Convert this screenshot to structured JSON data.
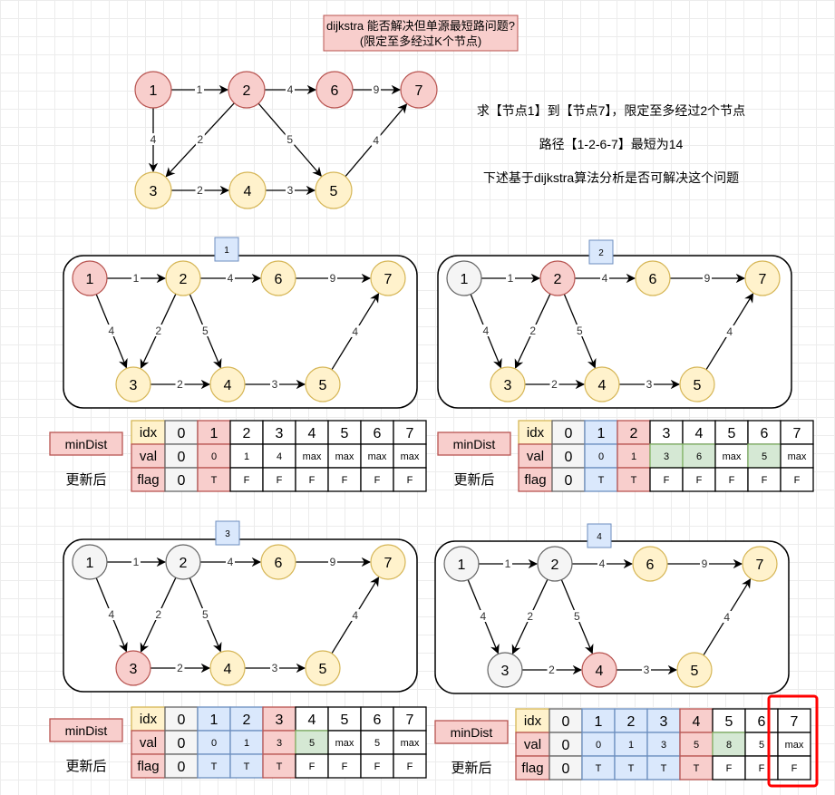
{
  "title": {
    "line1": "dijkstra 能否解决但单源最短路问题?",
    "line2": "(限定至多经过K个节点)"
  },
  "description": [
    "求【节点1】到【节点7】，限定至多经过2个节点",
    "路径【1-2-6-7】最短为14",
    "下述基于dijkstra算法分析是否可解决这个问题"
  ],
  "colors": {
    "red_fill": "#f8cecc",
    "red_stroke": "#b85450",
    "yellow_fill": "#fff2cc",
    "yellow_stroke": "#d6b656",
    "gray_fill": "#f5f5f5",
    "gray_stroke": "#666666",
    "blue_fill": "#dae8fc",
    "blue_stroke": "#6c8ebf",
    "green_fill": "#d5e8d4",
    "green_stroke": "#82b366",
    "highlight": "#ff0000"
  },
  "overview_graph": {
    "nodes": [
      {
        "id": "1",
        "state": "red"
      },
      {
        "id": "2",
        "state": "red"
      },
      {
        "id": "6",
        "state": "red"
      },
      {
        "id": "7",
        "state": "red"
      },
      {
        "id": "3",
        "state": "yellow"
      },
      {
        "id": "4",
        "state": "yellow"
      },
      {
        "id": "5",
        "state": "yellow"
      }
    ],
    "edges": [
      {
        "from": "1",
        "to": "2",
        "w": "1"
      },
      {
        "from": "2",
        "to": "6",
        "w": "4"
      },
      {
        "from": "6",
        "to": "7",
        "w": "9"
      },
      {
        "from": "1",
        "to": "3",
        "w": "4"
      },
      {
        "from": "2",
        "to": "3",
        "w": "2"
      },
      {
        "from": "2",
        "to": "5",
        "w": "5"
      },
      {
        "from": "3",
        "to": "4",
        "w": "2"
      },
      {
        "from": "4",
        "to": "5",
        "w": "3"
      },
      {
        "from": "5",
        "to": "7",
        "w": "4"
      }
    ]
  },
  "panel_edges": [
    {
      "from": "1",
      "to": "2",
      "w": "1"
    },
    {
      "from": "2",
      "to": "6",
      "w": "4"
    },
    {
      "from": "6",
      "to": "7",
      "w": "9"
    },
    {
      "from": "1",
      "to": "3",
      "w": "4"
    },
    {
      "from": "2",
      "to": "3",
      "w": "2"
    },
    {
      "from": "2",
      "to": "4",
      "w": "5"
    },
    {
      "from": "3",
      "to": "4",
      "w": "2"
    },
    {
      "from": "4",
      "to": "5",
      "w": "3"
    },
    {
      "from": "5",
      "to": "7",
      "w": "4"
    }
  ],
  "table_labels": {
    "minDist": "minDist",
    "updated": "更新后",
    "idx": "idx",
    "val": "val",
    "flag": "flag"
  },
  "panels": [
    {
      "step": "1",
      "node_states": {
        "1": "red",
        "2": "yellow",
        "3": "yellow",
        "4": "yellow",
        "5": "yellow",
        "6": "yellow",
        "7": "yellow"
      },
      "idx": [
        "0",
        "1",
        "2",
        "3",
        "4",
        "5",
        "6",
        "7"
      ],
      "val": [
        "0",
        "0",
        "1",
        "4",
        "max",
        "max",
        "max",
        "max"
      ],
      "flag": [
        "0",
        "T",
        "F",
        "F",
        "F",
        "F",
        "F",
        "F"
      ],
      "col_states": [
        "gray",
        "red",
        "white",
        "white",
        "white",
        "white",
        "white",
        "white"
      ],
      "val_updated": []
    },
    {
      "step": "2",
      "node_states": {
        "1": "gray",
        "2": "red",
        "3": "yellow",
        "4": "yellow",
        "5": "yellow",
        "6": "yellow",
        "7": "yellow"
      },
      "idx": [
        "0",
        "1",
        "2",
        "3",
        "4",
        "5",
        "6",
        "7"
      ],
      "val": [
        "0",
        "0",
        "1",
        "3",
        "6",
        "max",
        "5",
        "max"
      ],
      "flag": [
        "0",
        "T",
        "T",
        "F",
        "F",
        "F",
        "F",
        "F"
      ],
      "col_states": [
        "gray",
        "blue",
        "red",
        "white",
        "white",
        "white",
        "white",
        "white"
      ],
      "val_updated": [
        3,
        4,
        6
      ]
    },
    {
      "step": "3",
      "node_states": {
        "1": "gray",
        "2": "gray",
        "3": "red",
        "4": "yellow",
        "5": "yellow",
        "6": "yellow",
        "7": "yellow"
      },
      "idx": [
        "0",
        "1",
        "2",
        "3",
        "4",
        "5",
        "6",
        "7"
      ],
      "val": [
        "0",
        "0",
        "1",
        "3",
        "5",
        "max",
        "5",
        "max"
      ],
      "flag": [
        "0",
        "T",
        "T",
        "T",
        "F",
        "F",
        "F",
        "F"
      ],
      "col_states": [
        "gray",
        "blue",
        "blue",
        "red",
        "white",
        "white",
        "white",
        "white"
      ],
      "val_updated": [
        4
      ]
    },
    {
      "step": "4",
      "node_states": {
        "1": "gray",
        "2": "gray",
        "3": "gray",
        "4": "red",
        "5": "yellow",
        "6": "yellow",
        "7": "yellow"
      },
      "idx": [
        "0",
        "1",
        "2",
        "3",
        "4",
        "5",
        "6",
        "7"
      ],
      "val": [
        "0",
        "0",
        "1",
        "3",
        "5",
        "8",
        "5",
        "max"
      ],
      "flag": [
        "0",
        "T",
        "T",
        "T",
        "T",
        "F",
        "F",
        "F"
      ],
      "col_states": [
        "gray",
        "blue",
        "blue",
        "blue",
        "red",
        "white",
        "white",
        "white"
      ],
      "val_updated": [
        5
      ],
      "highlight_col": 7
    }
  ]
}
